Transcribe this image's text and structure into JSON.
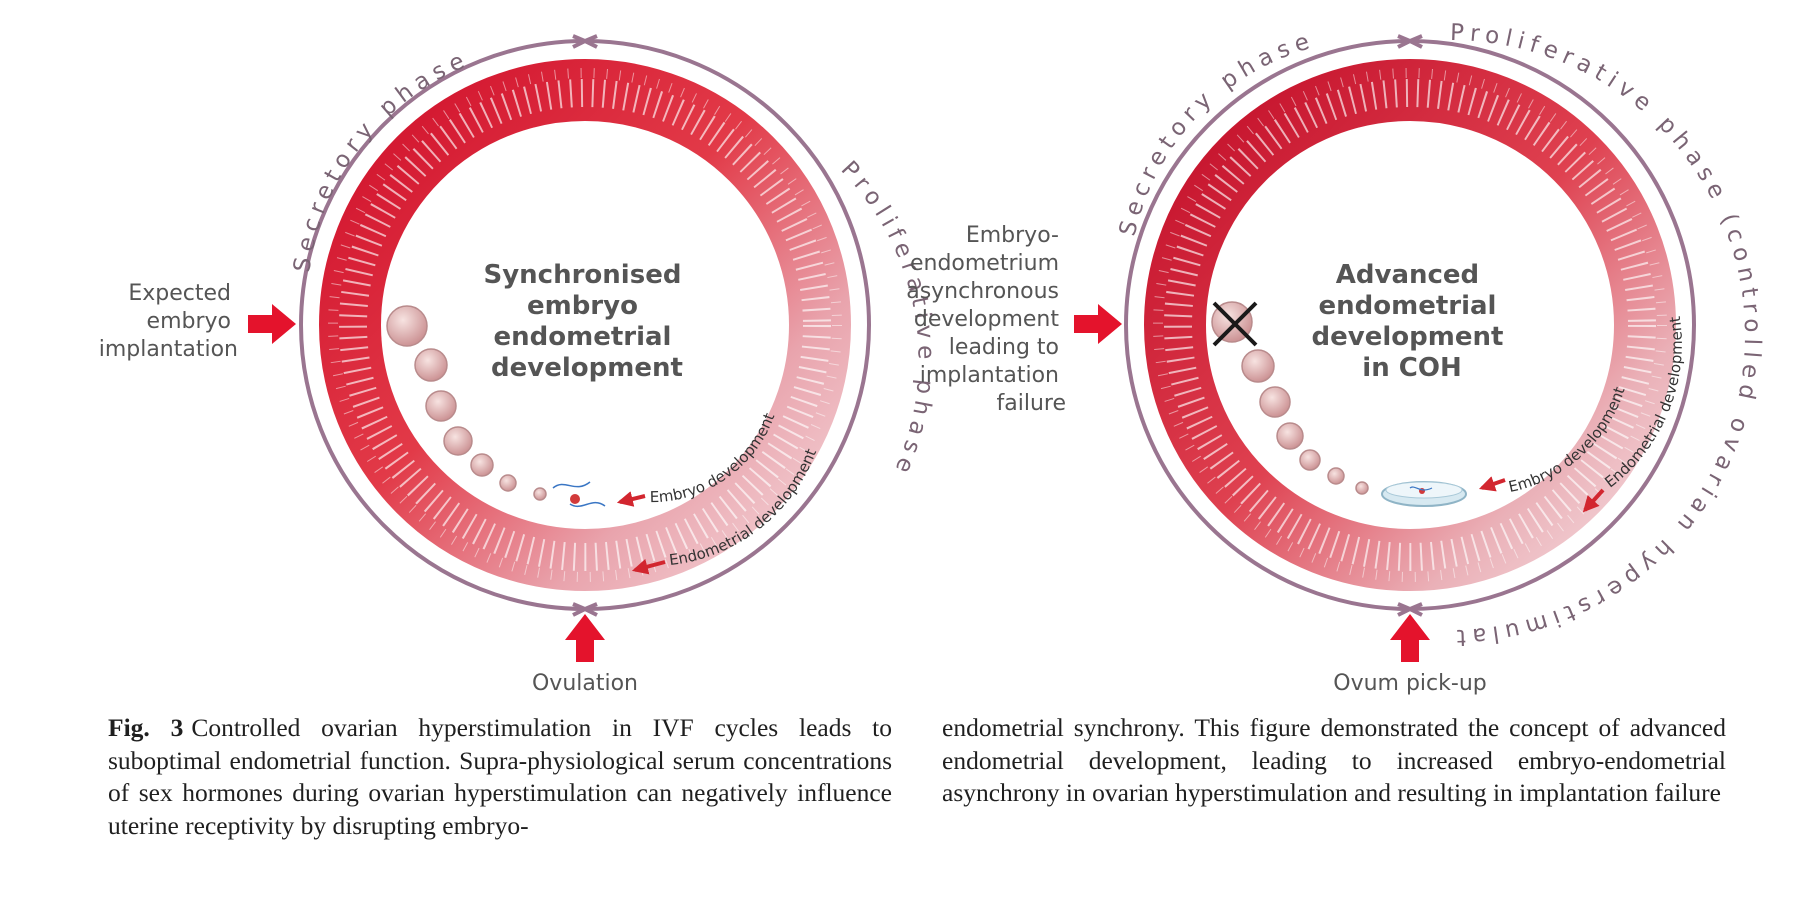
{
  "left": {
    "title_lines": [
      "Synchronised",
      "embryo",
      "endometrial",
      "development"
    ],
    "secretory_phase": "Secretory phase",
    "proliferative_phase": "Proliferative phase",
    "side_label_lines": [
      "Expected",
      "embryo",
      "implantation"
    ],
    "bottom_label": "Ovulation",
    "embryo_development": "Embryo development",
    "endometrial_development": "Endometrial development"
  },
  "right": {
    "title_lines": [
      "Advanced",
      "endometrial",
      "development",
      "in COH"
    ],
    "secretory_phase": "Secretory phase",
    "proliferative_phase": "Proliferative phase (controlled ovarian hyperstimulation)",
    "side_label_lines": [
      "Embryo-",
      "endometrium",
      "asynchronous",
      "development",
      "leading to",
      "implantation",
      "failure"
    ],
    "bottom_label": "Ovum pick-up",
    "embryo_development": "Embryo development",
    "endometrial_development": "Endometrial development"
  },
  "caption": {
    "label": "Fig. 3",
    "left_text": "Controlled ovarian hyperstimulation in IVF cycles leads to suboptimal endometrial function. Supra-physiological serum concentrations of sex hormones during ovarian hyperstimulation can negatively influence uterine receptivity by disrupting embryo-",
    "right_text": "endometrial synchrony. This figure demonstrated the concept of advanced endometrial development, leading to increased embryo-endometrial asynchrony in ovarian hyperstimulation and resulting in implantation failure"
  },
  "colors": {
    "ring_outline": "#9a7590",
    "deep_red": "#c8102e",
    "arrow_red": "#e4132c",
    "pale_pink": "#f1d2d5",
    "label_gray": "#555555"
  }
}
